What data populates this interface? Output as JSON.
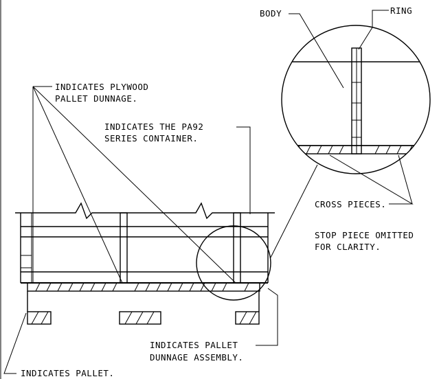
{
  "labels": {
    "body": "BODY",
    "ring": "RING",
    "plywood_line1": "INDICATES PLYWOOD",
    "plywood_line2": "PALLET DUNNAGE.",
    "container_line1": "INDICATES THE PA92",
    "container_line2": "SERIES CONTAINER.",
    "cross_pieces": "CROSS PIECES.",
    "stop_piece_line1": "STOP PIECE OMITTED",
    "stop_piece_line2": "FOR CLARITY.",
    "dunnage_assembly_line1": "INDICATES PALLET",
    "dunnage_assembly_line2": "DUNNAGE ASSEMBLY.",
    "pallet": "INDICATES PALLET."
  }
}
